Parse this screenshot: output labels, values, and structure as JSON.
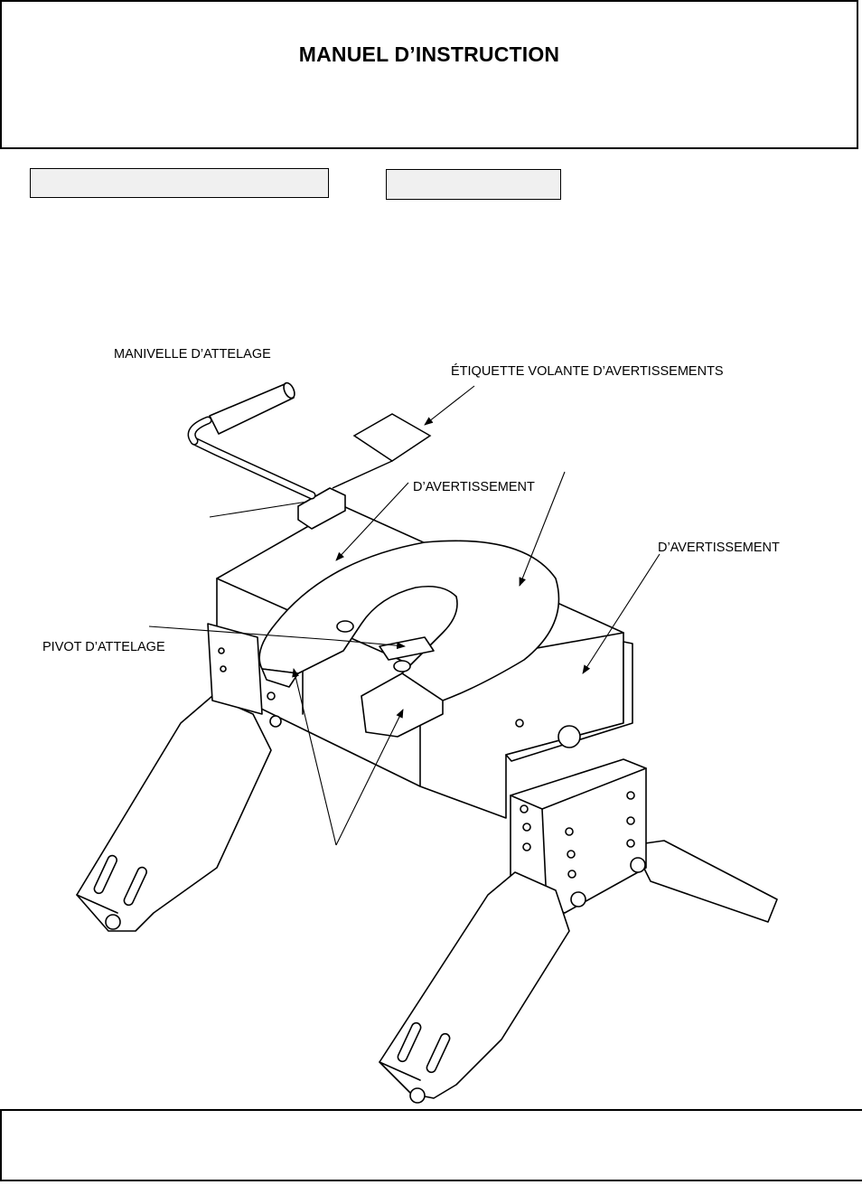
{
  "header": {
    "title": "MANUEL D’INSTRUCTION"
  },
  "fields": [
    {
      "value": ""
    },
    {
      "value": ""
    }
  ],
  "diagram": {
    "labels": {
      "crank_handle": "MANIVELLE D’ATTELAGE",
      "warning_tag": "ÉTIQUETTE VOLANTE D’AVERTISSEMENTS",
      "warning_label_1": "D’AVERTISSEMENT",
      "warning_label_2": "D’AVERTISSEMENT",
      "hitch_pivot": "PIVOT D’ATTELAGE"
    }
  },
  "footer": {
    "text": ""
  }
}
